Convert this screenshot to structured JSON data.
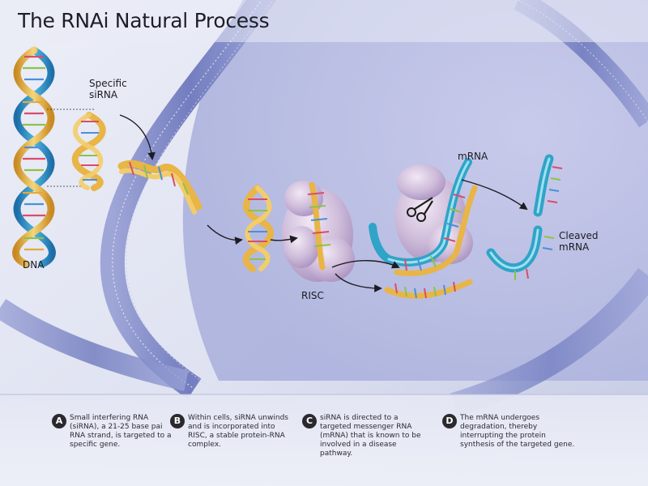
{
  "title": "The RNAi Natural Process",
  "labels": {
    "dna": "DNA",
    "sirna_line1": "Specific",
    "sirna_line2": "siRNA",
    "risc": "RISC",
    "mrna": "mRNA",
    "cleaved_line1": "Cleaved",
    "cleaved_line2": "mRNA"
  },
  "steps": [
    {
      "letter": "A",
      "text": "Small interfering RNA (siRNA), a 21-25 base pai RNA strand, is targeted to a specific gene."
    },
    {
      "letter": "B",
      "text": "Within cells, siRNA unwinds and is incorporated into RISC, a stable protein-RNA complex."
    },
    {
      "letter": "C",
      "text": "siRNA is directed to a targeted messenger RNA (mRNA) that is known to be involved in a disease pathway."
    },
    {
      "letter": "D",
      "text": "The mRNA undergoes degradation, thereby interrupting the protein synthesis of the targeted gene."
    }
  ],
  "colors": {
    "membrane": "#7b85c4",
    "dna_blue": "#3a93c6",
    "dna_gold": "#e4b440",
    "mrna_blue": "#2fa4c8",
    "risc": "#cdbad9"
  }
}
